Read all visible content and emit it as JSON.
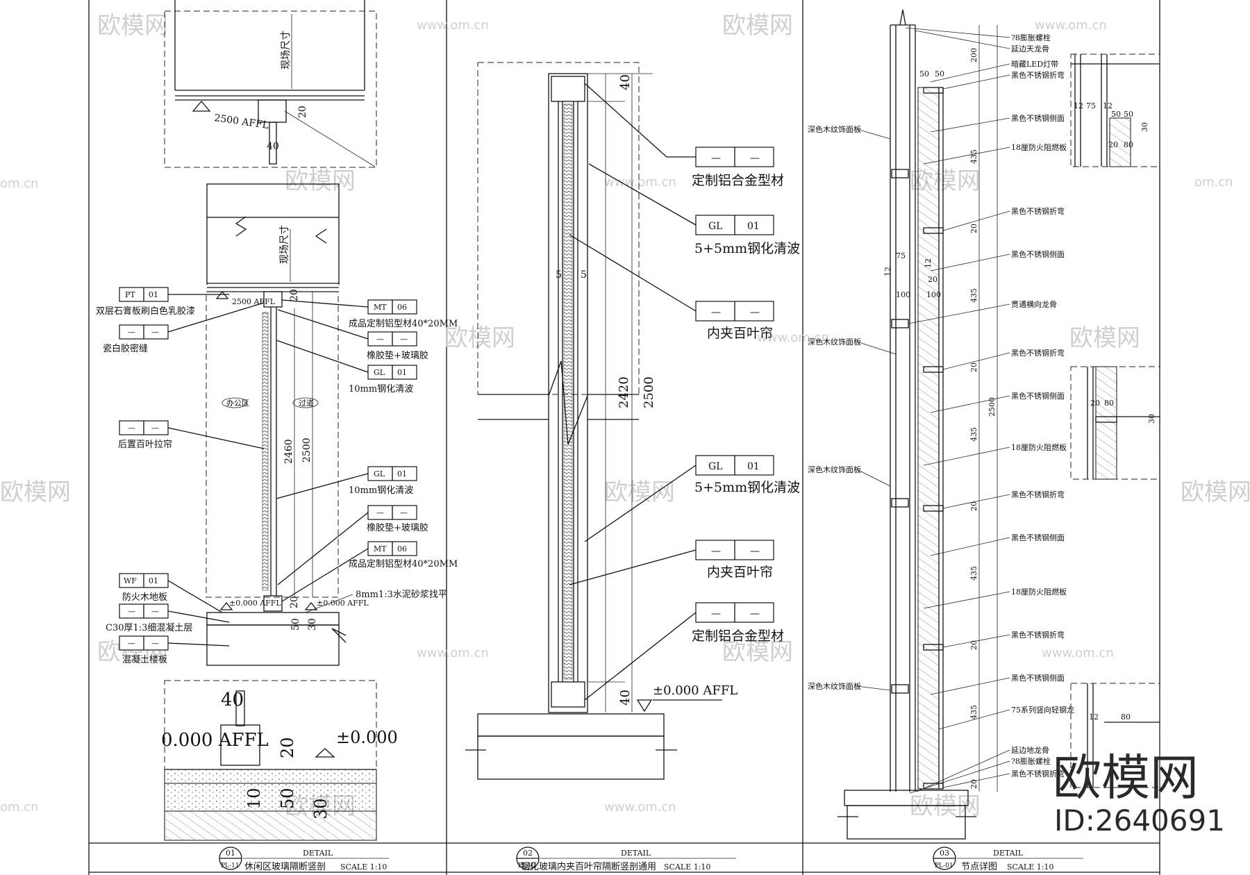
{
  "watermark": {
    "text_cn": "欧模网",
    "text_url": "www.om.cn",
    "text_short": "om.cn",
    "brand": "欧模网",
    "id": "ID:2640691"
  },
  "panel1": {
    "dims": {
      "field1": "现场尺寸",
      "field2": "现场尺寸",
      "d20a": "20",
      "d40": "40",
      "d20b": "20",
      "d2460": "2460",
      "d2500": "2500",
      "d20c": "20",
      "d50": "50",
      "d30": "30"
    },
    "levels": {
      "aff2500": "2500 AFFL",
      "aff2500b": "2500 AFFL",
      "aff0a": "±0.000 AFFL",
      "aff0b": "±0.000 AFFL"
    },
    "bubbles": {
      "left": "办公区",
      "right": "过道"
    },
    "tags": [
      {
        "code": "PT",
        "num": "01",
        "note": "双层石膏板刷白色乳胶漆"
      },
      {
        "code": "—",
        "num": "—",
        "note": "瓷白胶密缝"
      },
      {
        "code": "MT",
        "num": "06",
        "note": "成品定制铝型材40*20MM"
      },
      {
        "code": "—",
        "num": "—",
        "note": "橡胶垫+玻璃胶"
      },
      {
        "code": "GL",
        "num": "01",
        "note": "10mm钢化清波"
      },
      {
        "code": "—",
        "num": "—",
        "note": "后置百叶拉帘"
      },
      {
        "code": "GL",
        "num": "01",
        "note": "10mm钢化清波"
      },
      {
        "code": "—",
        "num": "—",
        "note": "橡胶垫+玻璃胶"
      },
      {
        "code": "MT",
        "num": "06",
        "note": "成品定制铝型材40*20MM"
      },
      {
        "code": "WF",
        "num": "01",
        "note": "防火木地板"
      },
      {
        "code": "—",
        "num": "—",
        "note": "C30厚1:3细混凝土层"
      },
      {
        "code": "—",
        "num": "—",
        "note": "混凝土楼板"
      }
    ],
    "floor_note": "8mm1:3水泥砂浆找平",
    "enlarge": {
      "d40": "40",
      "d20": "20",
      "d10": "10",
      "d50": "50",
      "d30": "30",
      "aff_left": "0.000 AFFL",
      "aff_right": "±0.000"
    },
    "title": {
      "num": "01",
      "sheet": "PL-11",
      "detail": "DETAIL",
      "name": "休闲区玻璃隔断竖剖",
      "scale": "SCALE 1:10"
    }
  },
  "panel2": {
    "dims": {
      "d40a": "40",
      "d2420": "2420",
      "d2500": "2500",
      "d40b": "40",
      "d5a": "5",
      "d5b": "5"
    },
    "level": "±0.000 AFFL",
    "tags": [
      {
        "code": "—",
        "num": "—",
        "note": "定制铝合金型材"
      },
      {
        "code": "GL",
        "num": "01",
        "note": "5+5mm钢化清波"
      },
      {
        "code": "—",
        "num": "—",
        "note": "内夹百叶帘"
      },
      {
        "code": "GL",
        "num": "01",
        "note": "5+5mm钢化清波"
      },
      {
        "code": "—",
        "num": "—",
        "note": "内夹百叶帘"
      },
      {
        "code": "—",
        "num": "—",
        "note": "定制铝合金型材"
      }
    ],
    "title": {
      "num": "02",
      "sheet": "PL-02",
      "detail": "DETAIL",
      "name": "钢化玻璃内夹百叶帘隔断竖剖通用",
      "scale": "SCALE 1:10"
    }
  },
  "panel3": {
    "dims": {
      "d200": "200",
      "d50a": "50",
      "d50b": "50",
      "d435a": "435",
      "d20a": "20",
      "d75": "75",
      "d12a": "12",
      "d12b": "12",
      "d20b": "20",
      "d100a": "100",
      "d100b": "100",
      "d435b": "435",
      "d20c": "20",
      "d2500": "2500",
      "d435c": "435",
      "d20d": "20",
      "d435d": "435",
      "d20e": "20",
      "d435e": "435",
      "d20f": "20"
    },
    "left_labels": [
      "深色木纹饰面板",
      "深色木纹饰面板",
      "深色木纹饰面板",
      "深色木纹饰面板"
    ],
    "right_labels": [
      "?8膨胀螺栓",
      "延边天龙骨",
      "暗藏LED灯带",
      "黑色不锈钢折弯",
      "黑色不锈钢侧面",
      "18厘防火阻燃板",
      "黑色不锈钢折弯",
      "黑色不锈钢侧面",
      "贯通横向龙骨",
      "黑色不锈钢折弯",
      "黑色不锈钢侧面",
      "18厘防火阻燃板",
      "黑色不锈钢折弯",
      "黑色不锈钢侧面",
      "18厘防火阻燃板",
      "黑色不锈钢折弯",
      "黑色不锈钢侧面",
      "75系列竖向轻钢龙",
      "延边地龙骨",
      "?8膨胀螺栓",
      "黑色不锈钢折弯"
    ],
    "inset_dims": {
      "a12": "12",
      "a75": "75",
      "a12b": "12",
      "a50": "50",
      "a50b": "50",
      "a20": "20",
      "a80": "80",
      "a30": "30",
      "b20": "20",
      "b80": "80",
      "b30": "30",
      "c12": "12",
      "c80": "80"
    },
    "title": {
      "num": "03",
      "sheet": "PL-01",
      "detail": "DETAIL",
      "name": "节点详图",
      "scale": "SCALE 1:10"
    }
  }
}
